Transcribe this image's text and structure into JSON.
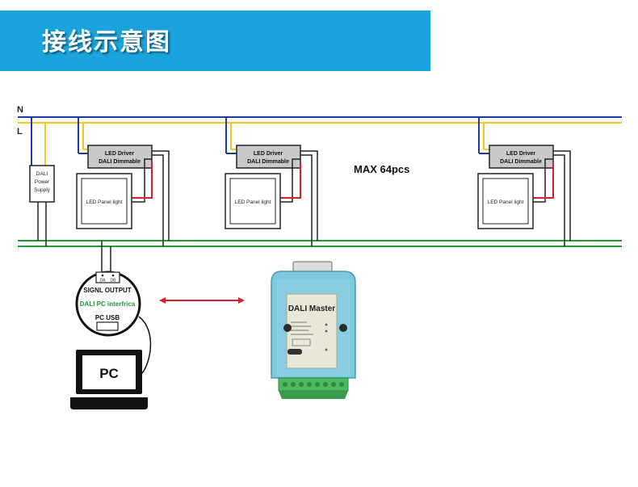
{
  "banner": {
    "title": "接线示意图",
    "color": "#1aa3dd"
  },
  "lines": {
    "n_label": "N",
    "l_label": "L"
  },
  "power_supply": {
    "line1": "DALI",
    "line2": "Power",
    "line3": "Supply"
  },
  "driver": {
    "line1": "LED Driver",
    "line2": "DALI Dimmable"
  },
  "panel": {
    "label": "LED Panel light"
  },
  "max_label": "MAX 64pcs",
  "interface": {
    "terminal_a": "DA",
    "terminal_b": "DB",
    "signal": "SIGNL OUTPUT",
    "name": "DALI PC interfrica",
    "usb": "PC USB"
  },
  "pc": {
    "label": "PC"
  },
  "device": {
    "name": "DALI Master"
  },
  "colors": {
    "neutral": "#1f3c99",
    "live": "#f2c81e",
    "bus": "#1e9a38",
    "signal": "#d8202a",
    "device_body": "#7cc8dc"
  }
}
